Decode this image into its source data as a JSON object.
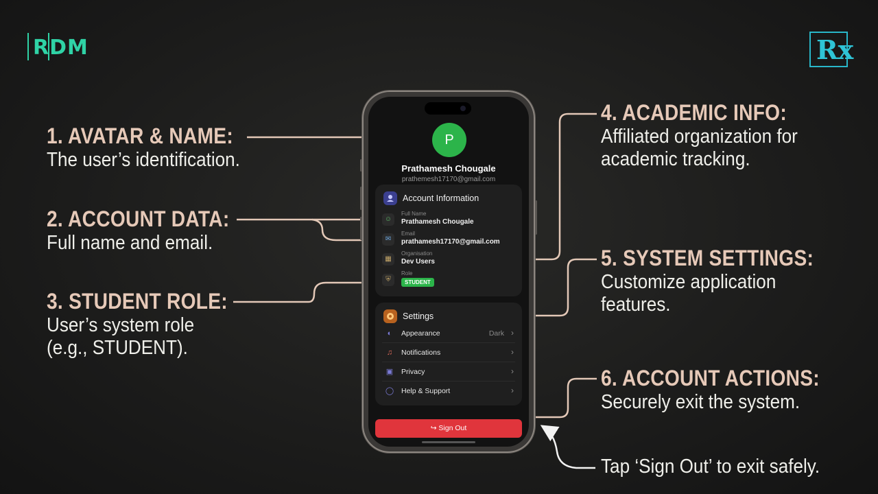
{
  "brand": {
    "left_logo": "RDM",
    "right_logo": "Rx"
  },
  "annotations": [
    {
      "heading": "1. AVATAR & NAME:",
      "lines": [
        "The user’s identification."
      ]
    },
    {
      "heading": "2. ACCOUNT DATA:",
      "lines": [
        "Full name and email."
      ]
    },
    {
      "heading": "3. STUDENT ROLE:",
      "lines": [
        "User’s system role",
        "(e.g., STUDENT)."
      ]
    },
    {
      "heading": "4. ACADEMIC INFO:",
      "lines": [
        "Affiliated organization for",
        "academic tracking."
      ]
    },
    {
      "heading": "5. SYSTEM SETTINGS:",
      "lines": [
        "Customize application",
        "features."
      ]
    },
    {
      "heading": "6. ACCOUNT ACTIONS:",
      "lines": [
        "Securely exit the system."
      ]
    },
    {
      "heading": "",
      "lines": [
        "Tap ‘Sign Out’ to exit safely."
      ]
    }
  ],
  "profile": {
    "initial": "P",
    "name": "Prathamesh Chougale",
    "email": "prathemesh17170@gmail.com"
  },
  "account_info": {
    "title": "Account Information",
    "fields": [
      {
        "label": "Full Name",
        "value": "Prathamesh Chougale"
      },
      {
        "label": "Email",
        "value": "prathamesh17170@gmail.com"
      },
      {
        "label": "Organisation",
        "value": "Dev Users"
      },
      {
        "label": "Role",
        "value": "STUDENT"
      }
    ]
  },
  "settings": {
    "title": "Settings",
    "items": [
      {
        "label": "Appearance",
        "value": "Dark",
        "icon": "palette-icon"
      },
      {
        "label": "Notifications",
        "value": "",
        "icon": "bell-icon"
      },
      {
        "label": "Privacy",
        "value": "",
        "icon": "lock-icon"
      },
      {
        "label": "Help & Support",
        "value": "",
        "icon": "help-icon"
      }
    ]
  },
  "sign_out": {
    "label": "Sign Out"
  },
  "colors": {
    "background": "#1d1d1c",
    "heading": "#e6c9b8",
    "accent_green": "#2cb44a",
    "sign_out_red": "#e0353c",
    "logo_teal": "#2fd3a6"
  }
}
